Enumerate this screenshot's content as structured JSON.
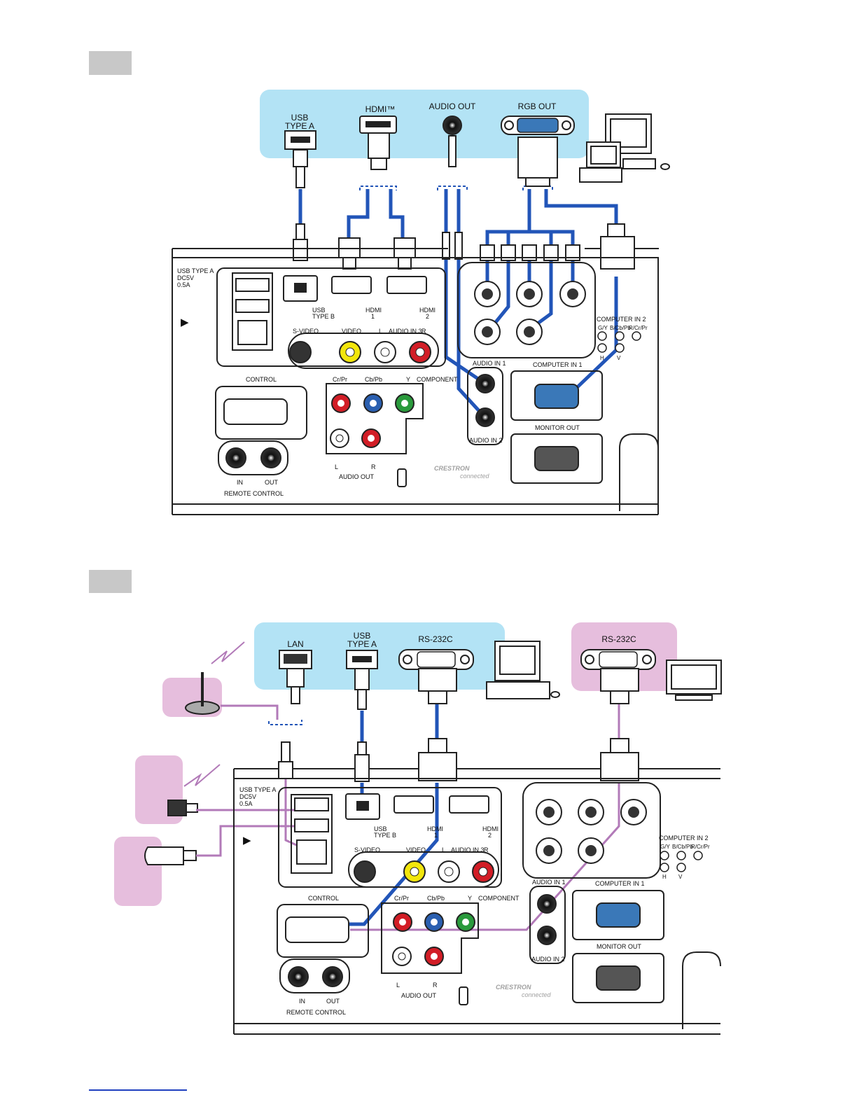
{
  "top": {
    "device_ports": {
      "usb_type_a": [
        "USB",
        "TYPE A"
      ],
      "hdmi": "HDMI™",
      "audio_out": "AUDIO OUT",
      "rgb_out": "RGB OUT"
    },
    "panel": {
      "usb_power": [
        "USB TYPE A",
        "DC5V",
        "0.5A"
      ],
      "usb_type_b": [
        "USB",
        "TYPE B"
      ],
      "hdmi1": [
        "HDMI",
        "1"
      ],
      "hdmi2": [
        "HDMI",
        "2"
      ],
      "s_video": "S-VIDEO",
      "video": "VIDEO",
      "audio_in3": [
        "L",
        "AUDIO IN 3",
        "R"
      ],
      "control": "CONTROL",
      "component": [
        "Cr/Pr",
        "Cb/Pb",
        "Y",
        "COMPONENT"
      ],
      "audio_out": [
        "L",
        "R",
        "AUDIO OUT"
      ],
      "remote": [
        "IN",
        "OUT",
        "REMOTE CONTROL"
      ],
      "audio_in1": "AUDIO IN 1",
      "audio_in2": "AUDIO IN 2",
      "computer_in1": "COMPUTER IN 1",
      "monitor_out": "MONITOR OUT",
      "computer_in2": [
        "COMPUTER IN 2",
        "G/Y",
        "B/Cb/Pb",
        "R/Cr/Pr",
        "H",
        "V"
      ],
      "crestron": [
        "CRESTRON",
        "connected"
      ]
    }
  },
  "bottom": {
    "device_ports": {
      "lan": "LAN",
      "usb_type_a": [
        "USB",
        "TYPE A"
      ],
      "rs232c": "RS-232C",
      "rs232c_2": "RS-232C"
    },
    "panel": {
      "usb_power": [
        "USB TYPE A",
        "DC5V",
        "0.5A"
      ],
      "usb_type_b": [
        "USB",
        "TYPE B"
      ],
      "hdmi1": [
        "HDMI",
        "1"
      ],
      "hdmi2": [
        "HDMI",
        "2"
      ],
      "s_video": "S-VIDEO",
      "video": "VIDEO",
      "audio_in3": [
        "L",
        "AUDIO IN 3",
        "R"
      ],
      "control": "CONTROL",
      "component": [
        "Cr/Pr",
        "Cb/Pb",
        "Y",
        "COMPONENT"
      ],
      "audio_out": [
        "L",
        "R",
        "AUDIO OUT"
      ],
      "remote": [
        "IN",
        "OUT",
        "REMOTE CONTROL"
      ],
      "audio_in1": "AUDIO IN 1",
      "audio_in2": "AUDIO IN 2",
      "computer_in1": "COMPUTER IN 1",
      "monitor_out": "MONITOR OUT",
      "computer_in2": [
        "COMPUTER IN 2",
        "G/Y",
        "B/Cb/Pb",
        "R/Cr/Pr",
        "H",
        "V"
      ],
      "crestron": [
        "CRESTRON",
        "connected"
      ]
    }
  },
  "colors": {
    "device_blue": "#b3e3f5",
    "device_pink": "#e6bedd",
    "cable_blue": "#2255b8",
    "cable_pink": "#b27ab8",
    "tab_gray": "#c8c8c8"
  }
}
